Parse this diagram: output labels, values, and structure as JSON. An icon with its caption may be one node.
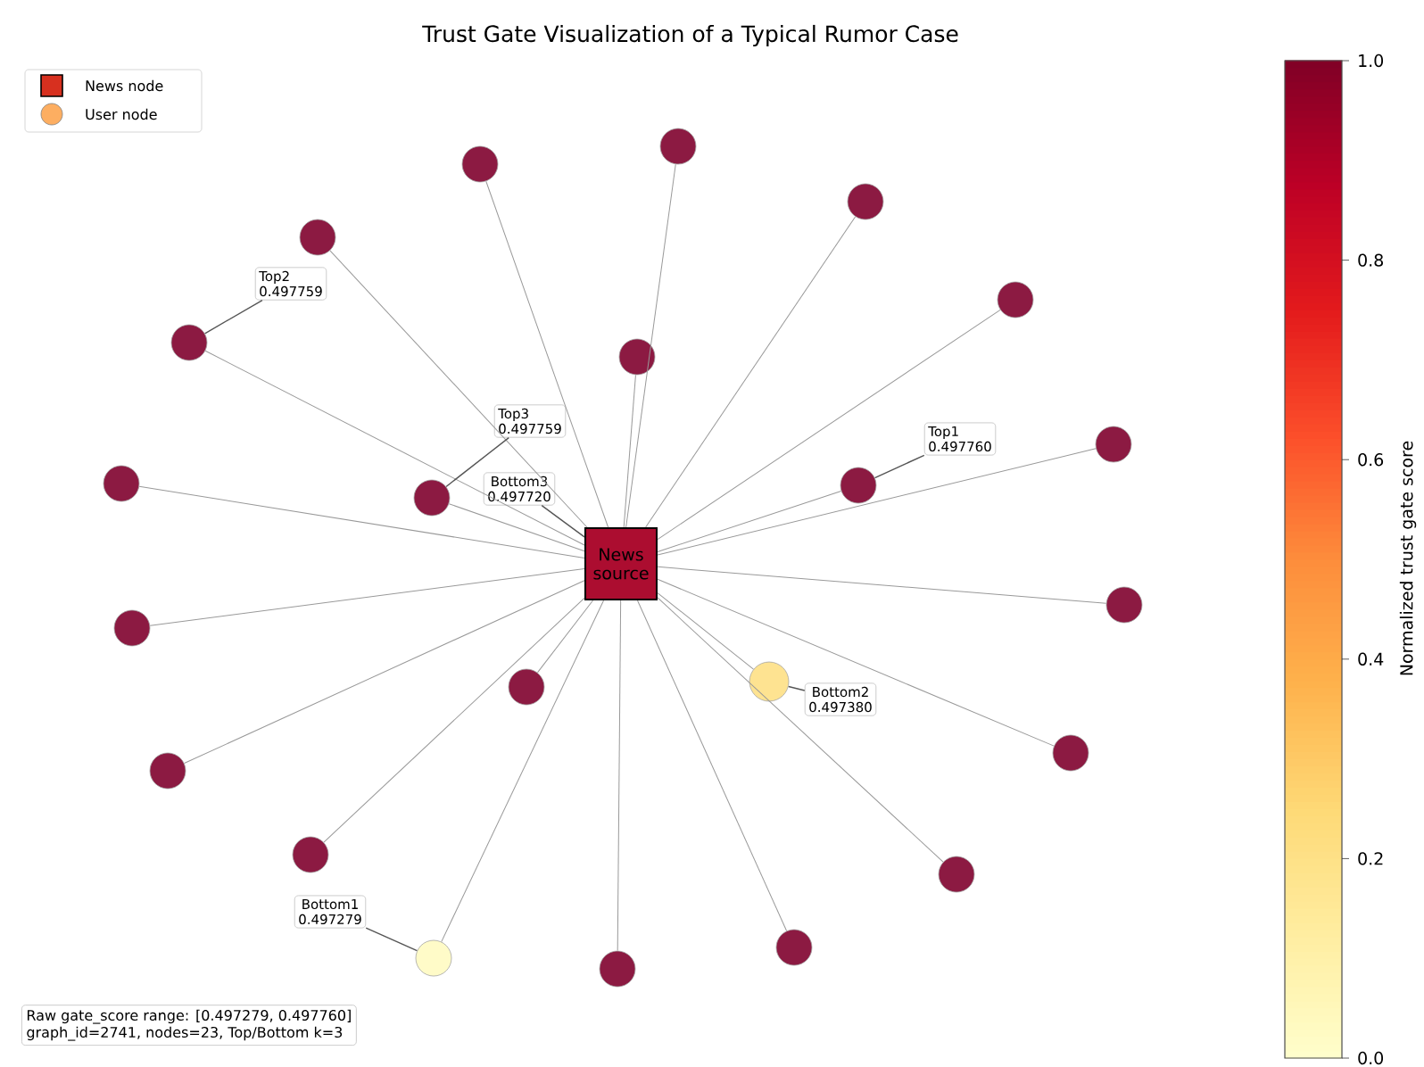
{
  "diagram": {
    "title": "Trust Gate Visualization of a Typical Rumor Case",
    "nodes": [
      {
        "text": [
          "News source"
        ]
      },
      {
        "text": [],
        "shape": "circle"
      },
      {
        "text": [],
        "shape": "circle"
      },
      {
        "text": [],
        "shape": "circle"
      },
      {
        "text": [],
        "shape": "circle"
      },
      {
        "text": [],
        "shape": "circle"
      },
      {
        "text": [],
        "shape": "circle"
      },
      {
        "text": [],
        "shape": "circle"
      },
      {
        "text": [],
        "shape": "circle"
      },
      {
        "text": [],
        "shape": "circle"
      },
      {
        "text": [],
        "shape": "circle"
      },
      {
        "text": [],
        "shape": "circle"
      },
      {
        "text": [],
        "shape": "circle"
      },
      {
        "text": [],
        "shape": "circle"
      },
      {
        "text": [],
        "shape": "circle"
      },
      {
        "text": [],
        "shape": "circle"
      },
      {
        "text": [],
        "shape": "circle"
      },
      {
        "text": [],
        "shape": "circle"
      },
      {
        "text": [],
        "shape": "circle"
      },
      {
        "text": [],
        "shape": "circle"
      },
      {
        "text": [],
        "shape": "circle"
      },
      {
        "text": [],
        "shape": "circle"
      },
      {
        "text": [],
        "shape": "circle"
      },
      {
        "text": [
          "Top2",
          "0.497759"
        ]
      },
      {
        "text": [
          "Top3",
          "0.497759"
        ]
      },
      {
        "text": [
          "Top1",
          "0.497760"
        ]
      },
      {
        "text": [
          "Bottom3",
          "0.497720"
        ]
      },
      {
        "text": [
          "Bottom2",
          "0.497380"
        ]
      },
      {
        "text": [
          "Bottom1",
          "0.497279"
        ]
      }
    ],
    "edges": [
      {
        "from": 0,
        "to": 1,
        "arrow": "none"
      },
      {
        "from": 0,
        "to": 2,
        "arrow": "none"
      },
      {
        "from": 0,
        "to": 3,
        "arrow": "none"
      },
      {
        "from": 0,
        "to": 4,
        "arrow": "none"
      },
      {
        "from": 0,
        "to": 5,
        "arrow": "none"
      },
      {
        "from": 0,
        "to": 6,
        "arrow": "none"
      },
      {
        "from": 0,
        "to": 7,
        "arrow": "none"
      },
      {
        "from": 0,
        "to": 8,
        "arrow": "none"
      },
      {
        "from": 0,
        "to": 9,
        "arrow": "none"
      },
      {
        "from": 0,
        "to": 10,
        "arrow": "none"
      },
      {
        "from": 0,
        "to": 11,
        "arrow": "none"
      },
      {
        "from": 0,
        "to": 12,
        "arrow": "none"
      },
      {
        "from": 0,
        "to": 13,
        "arrow": "none"
      },
      {
        "from": 0,
        "to": 14,
        "arrow": "none"
      },
      {
        "from": 0,
        "to": 15,
        "arrow": "none"
      },
      {
        "from": 0,
        "to": 16,
        "arrow": "none"
      },
      {
        "from": 0,
        "to": 17,
        "arrow": "none"
      },
      {
        "from": 0,
        "to": 18,
        "arrow": "none"
      },
      {
        "from": 0,
        "to": 19,
        "arrow": "none"
      },
      {
        "from": 0,
        "to": 20,
        "arrow": "none"
      },
      {
        "from": 0,
        "to": 21,
        "arrow": "none"
      },
      {
        "from": 0,
        "to": 22,
        "arrow": "none"
      },
      {
        "from": 23,
        "to": 6,
        "arrow": "none",
        "color": "#555555"
      },
      {
        "from": 24,
        "to": 11,
        "arrow": "none",
        "color": "#555555"
      },
      {
        "from": 25,
        "to": 10,
        "arrow": "none",
        "color": "#555555"
      },
      {
        "from": 26,
        "to": 0,
        "arrow": "none",
        "color": "#555555"
      },
      {
        "from": 27,
        "to": 14,
        "arrow": "none",
        "color": "#555555"
      },
      {
        "from": 28,
        "to": 21,
        "arrow": "none",
        "color": "#555555"
      }
    ],
    "labels": [
      "1.0",
      "0.8",
      "0.6",
      "0.4",
      "0.2",
      "0.0",
      "Normalized trust gate score",
      "Raw gate_score range: [0.497279, 0.497760]",
      "graph_id=2741, nodes=23, Top/Bottom k=3"
    ],
    "legend": [
      {
        "text": "News node",
        "color": "#d7301f"
      },
      {
        "text": "User node",
        "color": "#fdae61"
      }
    ]
  }
}
